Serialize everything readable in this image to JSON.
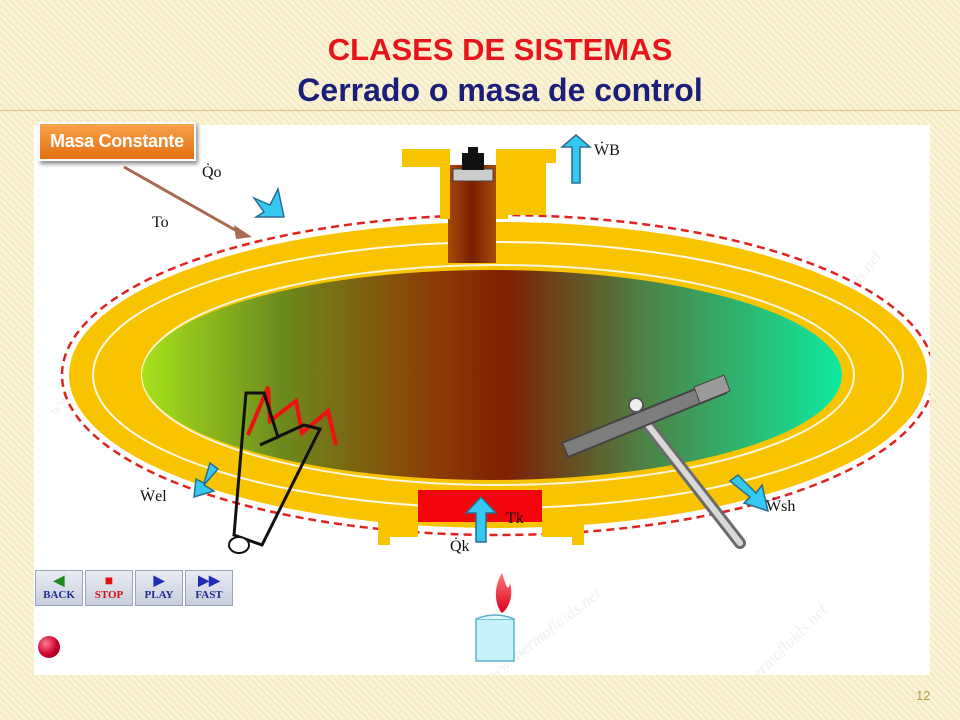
{
  "slide": {
    "title": "CLASES DE SISTEMAS",
    "subtitle": "Cerrado o masa de control",
    "callout": "Masa Constante",
    "page_number": "12"
  },
  "diagram": {
    "labels": {
      "q0": "Q̇o",
      "t0": "To",
      "wb": "ẆB",
      "wel": "Ẇel",
      "tk": "Tk",
      "qk": "Q̇k",
      "wsh": "Ẇsh"
    },
    "watermark": "www.thermofluids.net"
  },
  "controls": [
    {
      "label": "BACK",
      "icon": "triangle-left-icon"
    },
    {
      "label": "STOP",
      "icon": "square-stop-icon"
    },
    {
      "label": "PLAY",
      "icon": "triangle-right-icon"
    },
    {
      "label": "FAST",
      "icon": "double-triangle-right-icon"
    }
  ],
  "colors": {
    "title": "#e8141b",
    "subtitle": "#1b1f7a",
    "shell": "#f8c400",
    "callout": "#ee8a2a",
    "arrow": "#35c9f2",
    "heater": "#e31b1b"
  }
}
